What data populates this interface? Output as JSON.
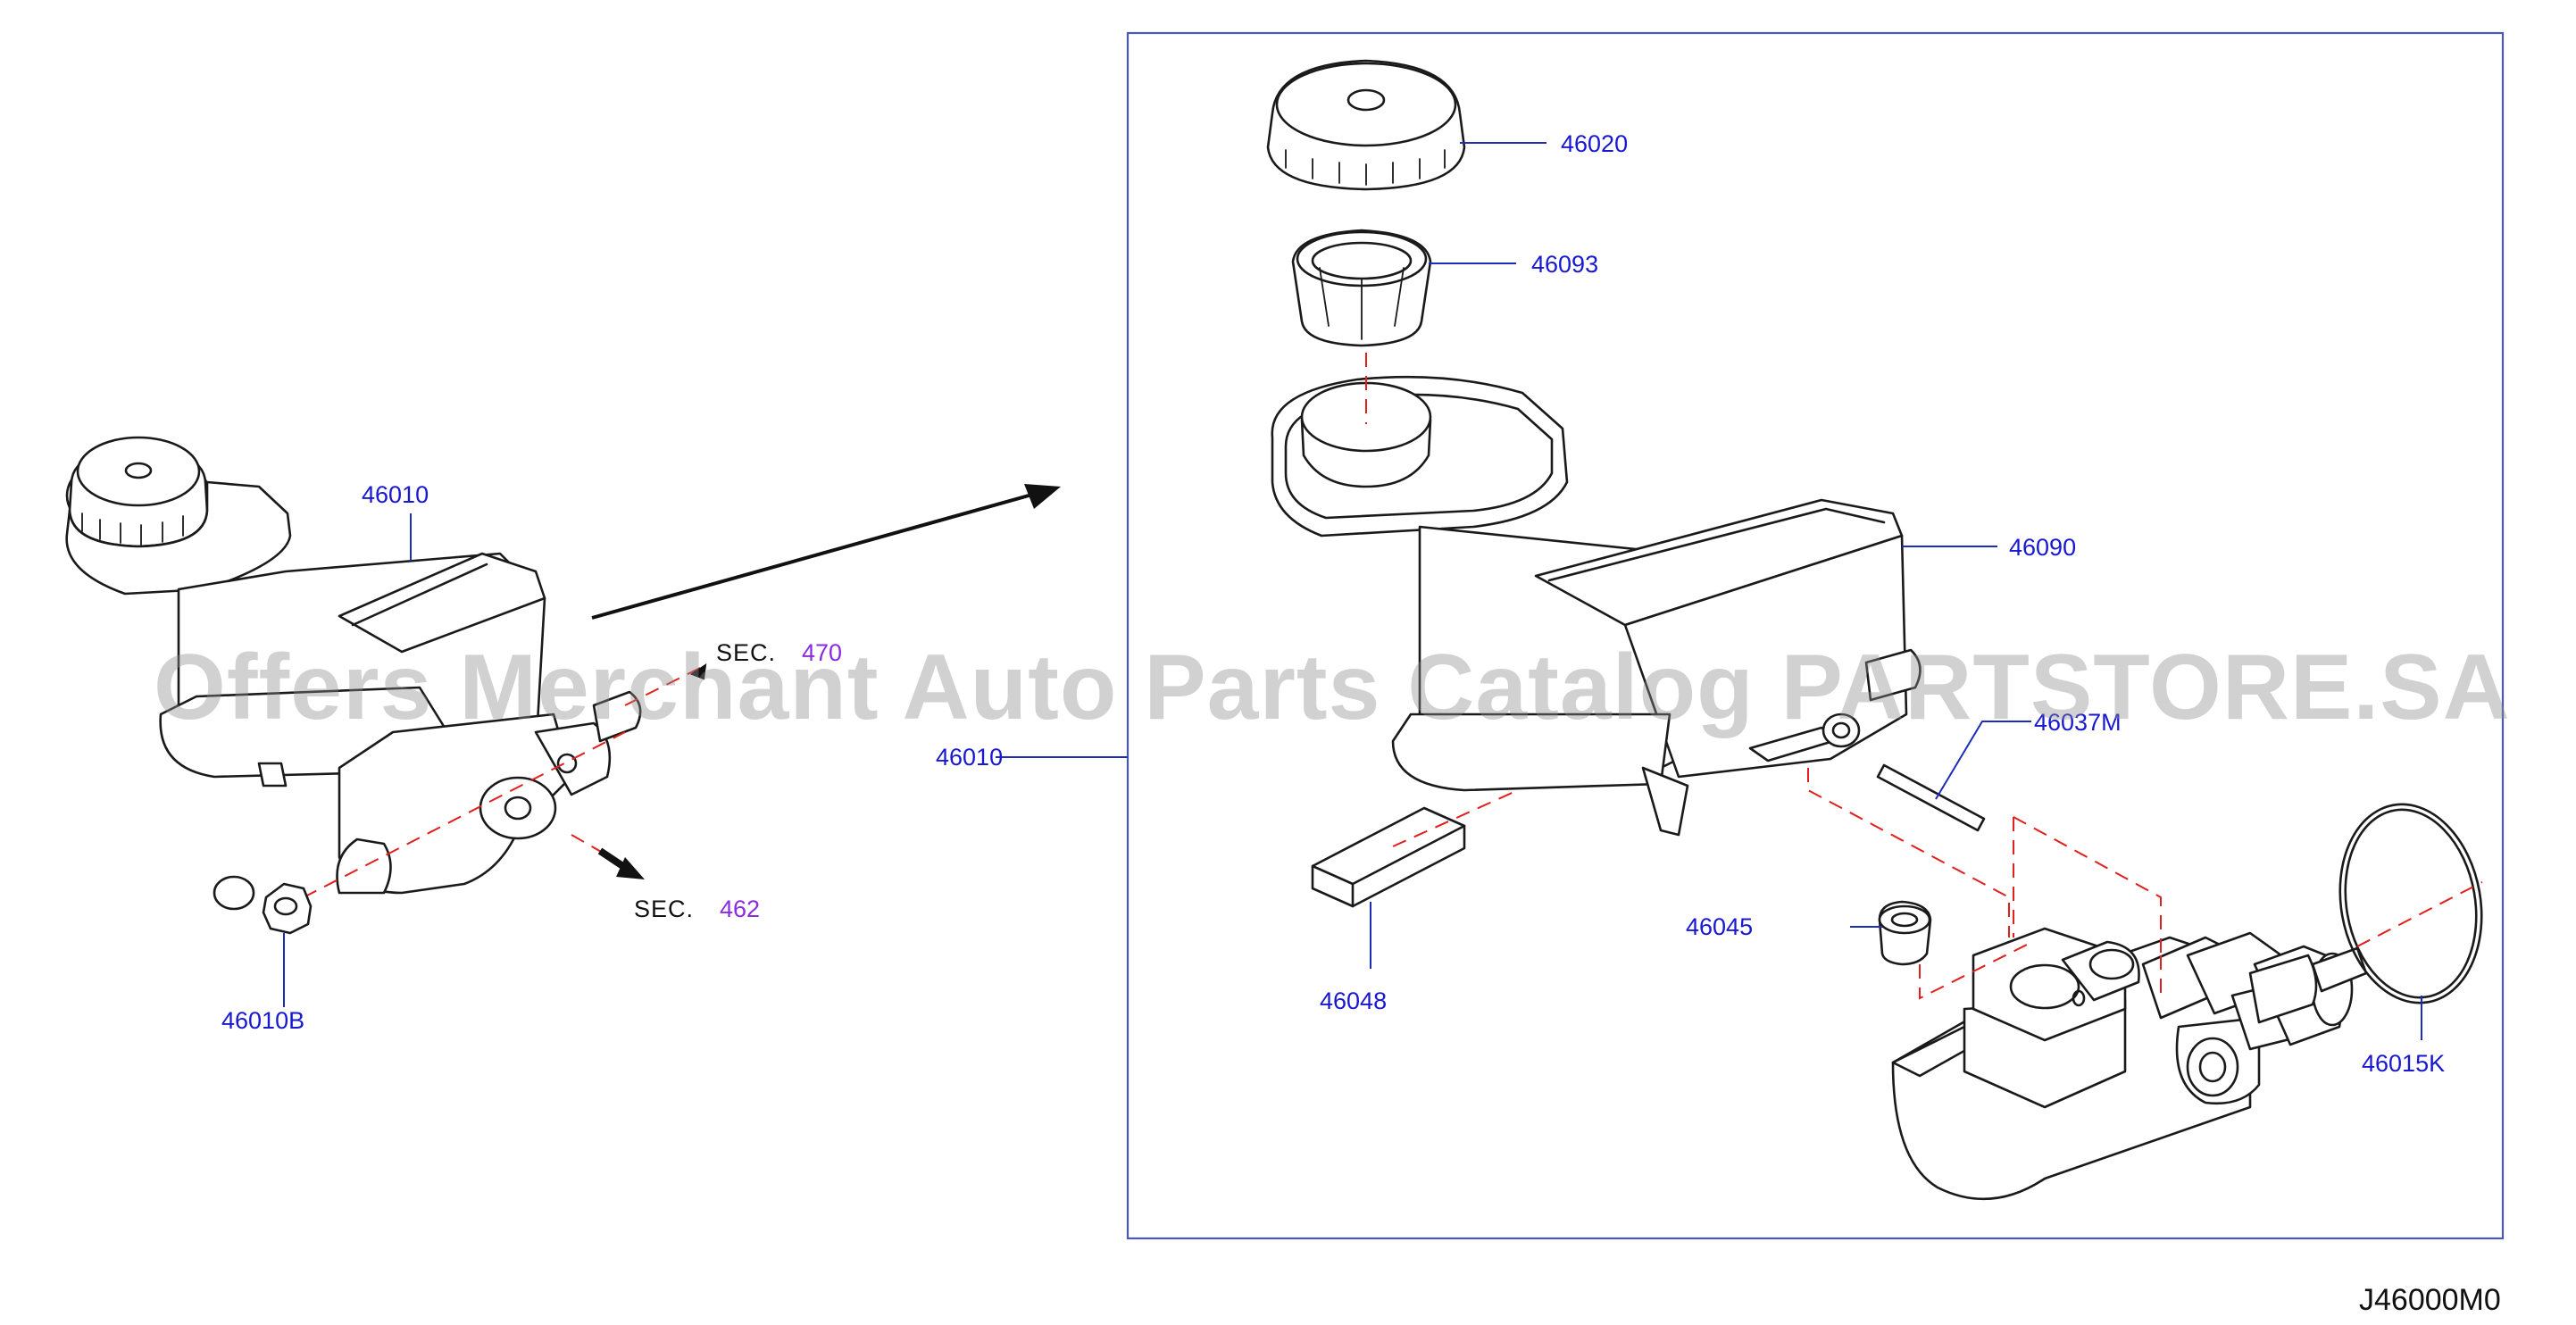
{
  "watermark": "Offers Merchant Auto Parts Catalog PARTSTORE.SA",
  "diagram_code": "J46000M0",
  "colors": {
    "part_number": "#1818d0",
    "section_number": "#8a2be2",
    "centerline": "#e0201c",
    "leader": "#1c2db8",
    "frame": "#4a5aa8"
  },
  "parts": {
    "p46010_left": "46010",
    "p46010_frame": "46010",
    "p46010B": "46010B",
    "p46020": "46020",
    "p46093": "46093",
    "p46090": "46090",
    "p46037M": "46037M",
    "p46045": "46045",
    "p46048": "46048",
    "p46015K": "46015K"
  },
  "section_refs": [
    {
      "prefix": "SEC.",
      "number": "470"
    },
    {
      "prefix": "SEC.",
      "number": "462"
    }
  ]
}
